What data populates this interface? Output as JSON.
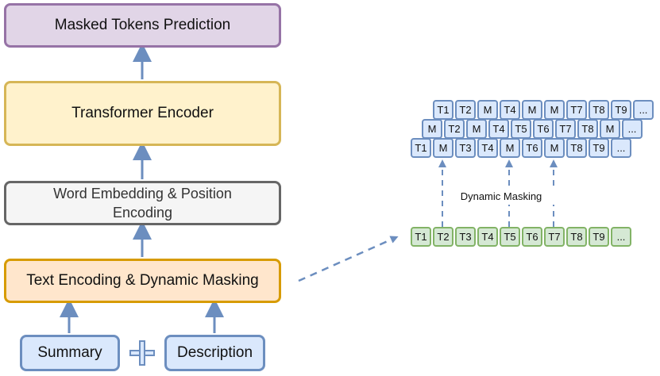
{
  "pipeline": {
    "prediction": "Masked Tokens Prediction",
    "encoder": "Transformer Encoder",
    "embedding_line1": "Word Embedding & Position",
    "embedding_line2": "Encoding",
    "text_encoding": "Text Encoding & Dynamic Masking",
    "inputs": {
      "summary": "Summary",
      "description": "Description"
    }
  },
  "dynamic_masking": {
    "label": "Dynamic Masking",
    "original_tokens": [
      "T1",
      "T2",
      "T3",
      "T4",
      "T5",
      "T6",
      "T7",
      "T8",
      "T9",
      "..."
    ],
    "masked_rows": [
      [
        "T1",
        "T2",
        "M",
        "T4",
        "M",
        "M",
        "T7",
        "T8",
        "T9",
        "..."
      ],
      [
        "M",
        "T2",
        "M",
        "T4",
        "T5",
        "T6",
        "T7",
        "T8",
        "M",
        "..."
      ],
      [
        "T1",
        "M",
        "T3",
        "T4",
        "M",
        "T6",
        "M",
        "T8",
        "T9",
        "..."
      ]
    ]
  },
  "colors": {
    "arrow": "#6c8ebf",
    "purple": "#9673a6",
    "yellow": "#d6b656",
    "gray": "#666666",
    "orange": "#d79b00",
    "blue": "#6c8ebf",
    "green": "#82b366"
  }
}
